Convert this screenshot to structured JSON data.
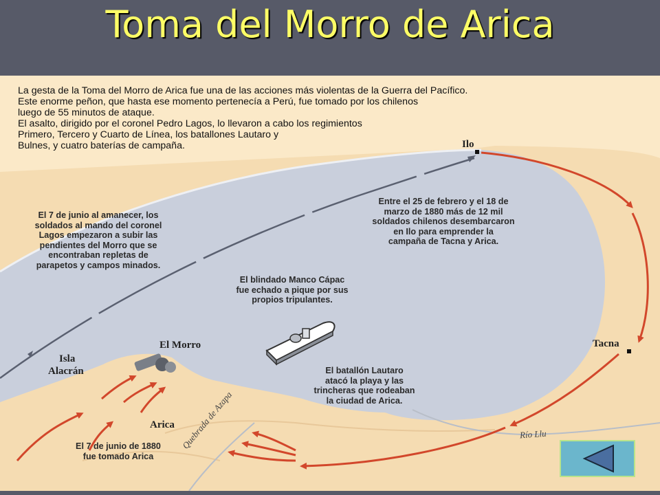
{
  "slide": {
    "title": "Toma del Morro de Arica"
  },
  "intro_lines": [
    "La gesta de la Toma del Morro de Arica fue una de las acciones más violentas de la Guerra del Pacífico.",
    "Este enorme peñon, que hasta ese momento pertenecía a Perú, fue tomado por los chilenos",
    "luego de 55 minutos de ataque.",
    "El asalto, dirigido por el coronel Pedro Lagos, lo llevaron a cabo los regimientos",
    "Primero, Tercero y Cuarto de Línea, los batallones Lautaro y",
    "Bulnes, y cuatro baterías de campaña."
  ],
  "annotations": {
    "june7_dawn": [
      "El 7 de junio al amanecer, los",
      "soldados al mando del coronel",
      "Lagos empezaron a subir las",
      "pendientes del Morro que se",
      "encontraban repletas de",
      "parapetos y campos minados."
    ],
    "landing": [
      "Entre el 25 de febrero y el 18 de",
      "marzo de 1880 más de 12 mil",
      "soldados chilenos desembarcaron",
      "en Ilo para emprender la",
      "campaña de Tacna y Arica."
    ],
    "manco_capac": [
      "El blindado Manco Cápac",
      "fue echado a pique por sus",
      "propios tripulantes."
    ],
    "lautaro": [
      "El batallón Lautaro",
      "atacó la playa y las",
      "trincheras que rodeaban",
      "la ciudad de Arica."
    ],
    "june7_taken": [
      "El 7 de junio de 1880",
      "fue tomado Arica"
    ]
  },
  "places": {
    "ilo": "Ilo",
    "tacna": "Tacna",
    "morro": "El Morro",
    "isla": "Isla",
    "alacran": "Alacrán",
    "arica": "Arica"
  },
  "rivers": {
    "lluta": "Río Llu",
    "azapa": "Quebrada de Azapa"
  },
  "colors": {
    "title_bar": "#575a68",
    "title_text": "#ffff66",
    "sea": "#c9cfdc",
    "land": "#f5dcb2",
    "arrow_red": "#d2472b",
    "arrow_gray": "#5a6070",
    "nav_button": "#6bb6cc"
  },
  "nav": {
    "icon": "triangle-left-icon"
  }
}
